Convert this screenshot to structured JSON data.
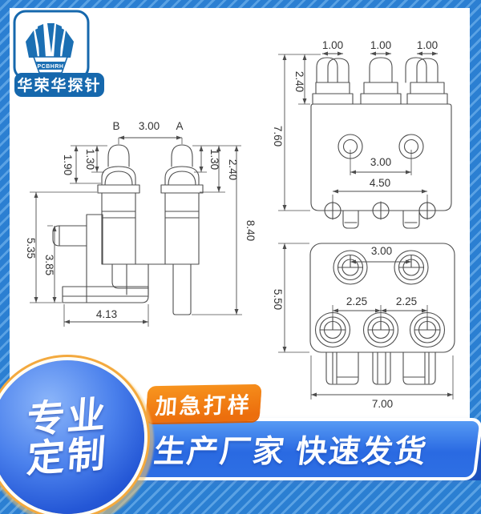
{
  "brand": {
    "logo_text": "PCBHRH",
    "name": "华荣华探针"
  },
  "side_view": {
    "label_b": "B",
    "label_a": "A",
    "pin_pitch": "3.00",
    "plunger_exposed": "1.90",
    "tip_left": "1.30",
    "tip_right": "1.30",
    "head_height": "2.40",
    "total_height": "8.40",
    "body_height": "5.35",
    "bracket_height": "3.85",
    "foot_width": "4.13"
  },
  "front_view": {
    "tip_widths": [
      "1.00",
      "1.00",
      "1.00"
    ],
    "head_height": "2.40",
    "total_height": "7.60",
    "hole_pitch": "3.00",
    "tab_span": "4.50"
  },
  "bottom_view": {
    "hole_pitch": "3.00",
    "body_height": "5.50",
    "pin_pitch_left": "2.25",
    "pin_pitch_right": "2.25",
    "body_width": "7.00"
  },
  "promo": {
    "ribbon_line1": "专业",
    "ribbon_line2": "定制",
    "badge_label": "加急打样",
    "headline": "生产厂家 快速发货"
  },
  "colors": {
    "frame_blue": "#2b7fd2",
    "frame_blue_light": "#5aa2e4",
    "logo_blue": "#1668ad",
    "banner_blue": "#2a6ae2",
    "badge_orange": "#ee7a12",
    "circle_blue": "#2457d6",
    "line_gray": "#4d4d4d"
  }
}
